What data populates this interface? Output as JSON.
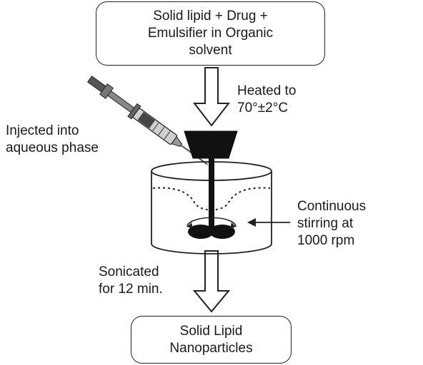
{
  "start_box": {
    "lines": [
      "Solid lipid + Drug  +",
      "Emulsifier in Organic",
      "solvent"
    ]
  },
  "step_heat": {
    "lines": [
      "Heated to",
      "70°±2°C"
    ]
  },
  "step_inject": {
    "lines": [
      "Injected into",
      "aqueous phase"
    ]
  },
  "step_stir": {
    "lines": [
      "Continuous",
      "stirring at",
      "1000 rpm"
    ]
  },
  "step_sonicate": {
    "lines": [
      "Sonicated",
      "for 12 min."
    ]
  },
  "end_box": {
    "lines": [
      "Solid Lipid",
      "Nanoparticles"
    ]
  },
  "icons": [
    "syringe-icon",
    "beaker-icon",
    "stirrer-motor-icon",
    "stir-bar-icon",
    "flow-arrow-icon"
  ]
}
